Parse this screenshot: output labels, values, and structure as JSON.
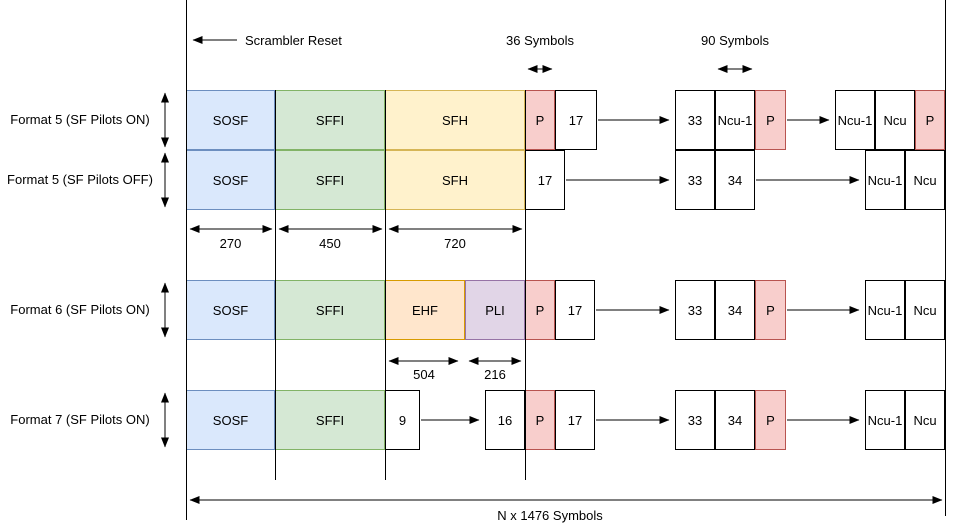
{
  "title": "Superframe format structure diagram",
  "annotations": {
    "scrambler_reset": "Scrambler Reset",
    "symbols_36": "36 Symbols",
    "symbols_90": "90 Symbols",
    "total_symbols": "N x 1476 Symbols"
  },
  "dimensions": {
    "sosf": "270",
    "sffi": "450",
    "sfh": "720",
    "ehf": "504",
    "pli": "216"
  },
  "rows": [
    {
      "label": "Format 5 (SF Pilots ON)",
      "cells": {
        "sosf": "SOSF",
        "sffi": "SFFI",
        "sfh": "SFH",
        "p1": "P",
        "c17": "17",
        "c33": "33",
        "ncu1a": "Ncu-1",
        "p2": "P",
        "ncu1b": "Ncu-1",
        "ncu": "Ncu",
        "p3": "P"
      }
    },
    {
      "label": "Format 5 (SF Pilots OFF)",
      "cells": {
        "sosf": "SOSF",
        "sffi": "SFFI",
        "sfh": "SFH",
        "c17": "17",
        "c33": "33",
        "c34": "34",
        "ncu1": "Ncu-1",
        "ncu": "Ncu"
      }
    },
    {
      "label": "Format 6 (SF Pilots ON)",
      "cells": {
        "sosf": "SOSF",
        "sffi": "SFFI",
        "ehf": "EHF",
        "pli": "PLI",
        "p1": "P",
        "c17": "17",
        "c33": "33",
        "c34": "34",
        "p2": "P",
        "ncu1": "Ncu-1",
        "ncu": "Ncu"
      }
    },
    {
      "label": "Format 7 (SF Pilots ON)",
      "cells": {
        "sosf": "SOSF",
        "sffi": "SFFI",
        "c9": "9",
        "c16": "16",
        "p1": "P",
        "c17": "17",
        "c33": "33",
        "c34": "34",
        "p2": "P",
        "ncu1": "Ncu-1",
        "ncu": "Ncu"
      }
    }
  ],
  "colors": {
    "sosf_fill": "#dae8fc",
    "sosf_stroke": "#6c8ebf",
    "sffi_fill": "#d5e8d4",
    "sffi_stroke": "#82b366",
    "sfh_fill": "#fff2cc",
    "sfh_stroke": "#d6b656",
    "ehf_fill": "#ffe6cc",
    "ehf_stroke": "#d79b00",
    "pli_fill": "#e1d5e7",
    "pli_stroke": "#9673a6",
    "pilot_fill": "#f8cecc",
    "pilot_stroke": "#b85450",
    "line": "#000000"
  }
}
